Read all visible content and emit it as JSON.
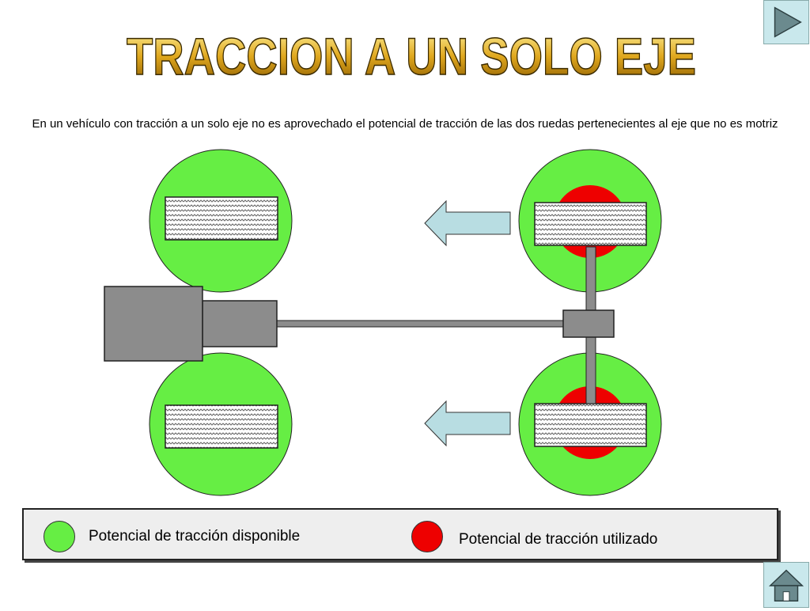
{
  "title": "TRACCION A UN SOLO EJE",
  "description": "En un vehículo con tracción a un solo eje no es aprovechado el potencial de tracción de las dos ruedas pertenecientes al eje que no es motriz",
  "legend": {
    "available_label": "Potencial de tracción disponible",
    "used_label": "Potencial de tracción utilizado"
  },
  "colors": {
    "available": "#66ee44",
    "used": "#ee0000",
    "arrow": "#b8dde2",
    "body_gray": "#8c8c8c",
    "title_gold": "#d4a017"
  },
  "nav": {
    "next_icon": "play-triangle-icon",
    "home_icon": "home-icon"
  }
}
